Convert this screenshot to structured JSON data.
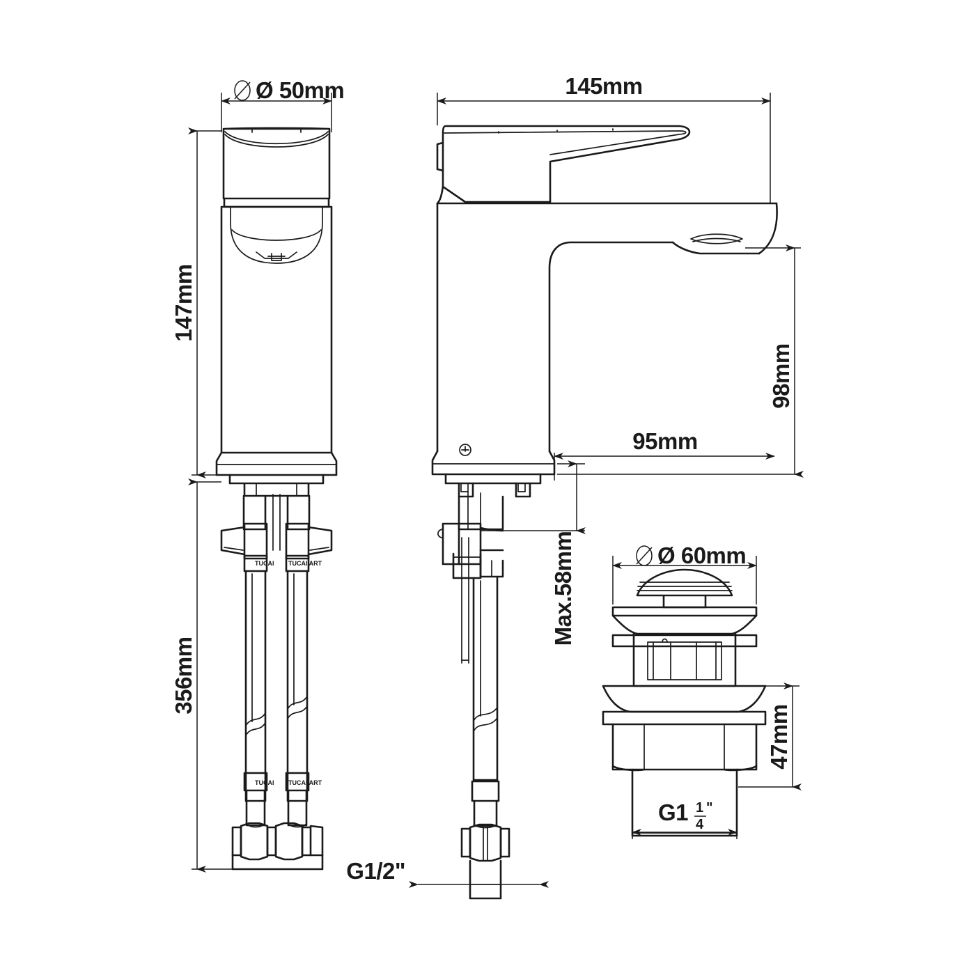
{
  "document": {
    "type": "technical-dimension-drawing",
    "subject": "Tall basin mixer tap with pop-up drain",
    "background_color": "#ffffff",
    "line_color": "#1a1a1a"
  },
  "views": [
    {
      "id": "front-view",
      "name": "Front view of tall basin mixer with flexible hoses"
    },
    {
      "id": "side-view",
      "name": "Side view of tall basin mixer with lever handle and spout"
    },
    {
      "id": "drain-view",
      "name": "Pop-up waste drain assembly"
    }
  ],
  "dimensions": {
    "cap_diameter": {
      "label": "Ø 50mm",
      "value": 50,
      "unit": "mm",
      "orientation": "horizontal",
      "view": "front-view"
    },
    "body_height": {
      "label": "147mm",
      "value": 147,
      "unit": "mm",
      "orientation": "vertical",
      "view": "front-view"
    },
    "hose_length": {
      "label": "356mm",
      "value": 356,
      "unit": "mm",
      "orientation": "vertical",
      "view": "front-view"
    },
    "overall_length": {
      "label": "145mm",
      "value": 145,
      "unit": "mm",
      "orientation": "horizontal",
      "view": "side-view"
    },
    "spout_height": {
      "label": "98mm",
      "value": 98,
      "unit": "mm",
      "orientation": "vertical",
      "view": "side-view"
    },
    "spout_reach": {
      "label": "95mm",
      "value": 95,
      "unit": "mm",
      "orientation": "horizontal",
      "view": "side-view"
    },
    "max_mount_thickness": {
      "label": "Max.58mm",
      "value": 58,
      "unit": "mm",
      "orientation": "vertical",
      "view": "side-view"
    },
    "inlet_thread": {
      "label": "G1/2\"",
      "value": "G1/2\"",
      "orientation": "horizontal",
      "view": "side-view"
    },
    "drain_cap_diameter": {
      "label": "Ø 60mm",
      "value": 60,
      "unit": "mm",
      "orientation": "horizontal",
      "view": "drain-view"
    },
    "drain_body_height": {
      "label": "47mm",
      "value": 47,
      "unit": "mm",
      "orientation": "vertical",
      "view": "drain-view"
    },
    "drain_thread": {
      "label_prefix": "G1",
      "numerator": "1",
      "denominator": "4",
      "suffix": "\"",
      "label": "G1 1/4\"",
      "orientation": "horizontal",
      "view": "drain-view"
    }
  },
  "annotations": {
    "hose_brand_left": "TUCAI",
    "hose_brand_right": "TUCAI ART"
  },
  "symbols": {
    "diameter": "Ø"
  }
}
